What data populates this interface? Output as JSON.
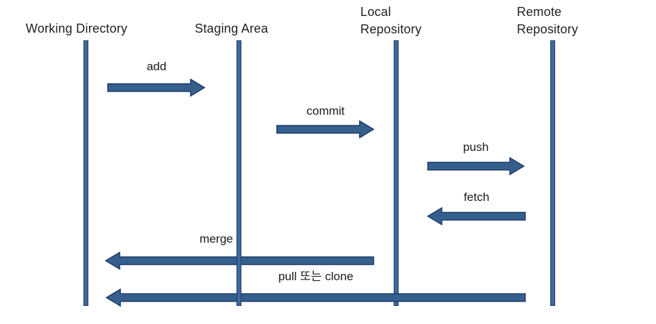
{
  "diagram": {
    "type": "sequence-flow",
    "subject": "git workflow",
    "colors": {
      "arrow_fill": "#35608E",
      "arrow_border": "#1F3A66",
      "lifeline_fill": "#3E6A9C",
      "lifeline_border": "#1F3A66",
      "text": "#1F1F1F",
      "background": "#FFFFFF"
    },
    "lifelines": [
      {
        "id": "working-directory",
        "label": "Working Directory"
      },
      {
        "id": "staging-area",
        "label": "Staging Area"
      },
      {
        "id": "local-repository",
        "label_lines": [
          "Local",
          "Repository"
        ]
      },
      {
        "id": "remote-repository",
        "label_lines": [
          "Remote",
          "Repository"
        ]
      }
    ],
    "arrows": [
      {
        "label": "add",
        "from": "working-directory",
        "to": "staging-area",
        "direction": "right"
      },
      {
        "label": "commit",
        "from": "staging-area",
        "to": "local-repository",
        "direction": "right"
      },
      {
        "label": "push",
        "from": "local-repository",
        "to": "remote-repository",
        "direction": "right"
      },
      {
        "label": "fetch",
        "from": "remote-repository",
        "to": "local-repository",
        "direction": "left"
      },
      {
        "label": "merge",
        "from": "local-repository",
        "to": "working-directory",
        "direction": "left"
      },
      {
        "label": "pull 또는 clone",
        "from": "remote-repository",
        "to": "working-directory",
        "direction": "left"
      }
    ]
  }
}
